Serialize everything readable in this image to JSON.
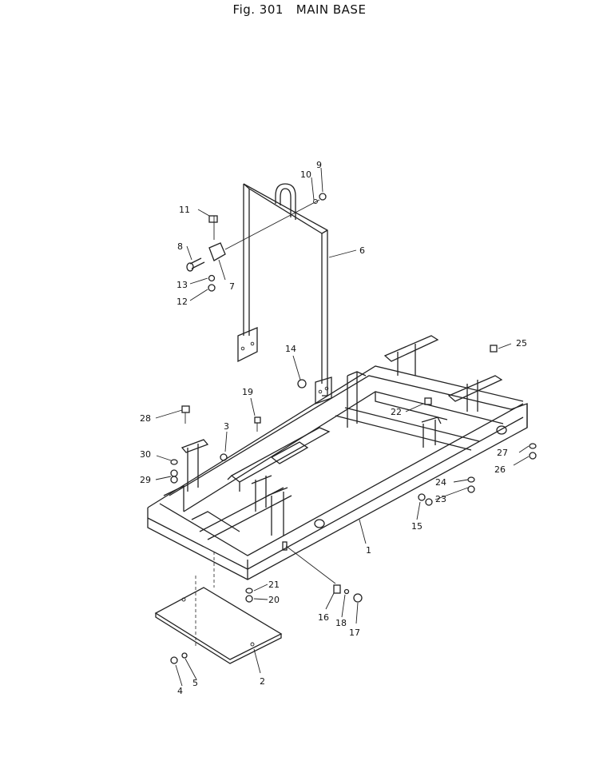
{
  "figure": {
    "number": "Fig. 301",
    "name": "MAIN BASE"
  },
  "labels": {
    "p1": "1",
    "p2": "2",
    "p3": "3",
    "p4": "4",
    "p5": "5",
    "p6": "6",
    "p7": "7",
    "p8": "8",
    "p9": "9",
    "p10": "10",
    "p11": "11",
    "p12": "12",
    "p13": "13",
    "p14": "14",
    "p15": "15",
    "p16": "16",
    "p17": "17",
    "p18": "18",
    "p19": "19",
    "p20": "20",
    "p21": "21",
    "p22": "22",
    "p23": "23",
    "p24": "24",
    "p25": "25",
    "p26": "26",
    "p27": "27",
    "p28": "28",
    "p29": "29",
    "p30": "30"
  }
}
